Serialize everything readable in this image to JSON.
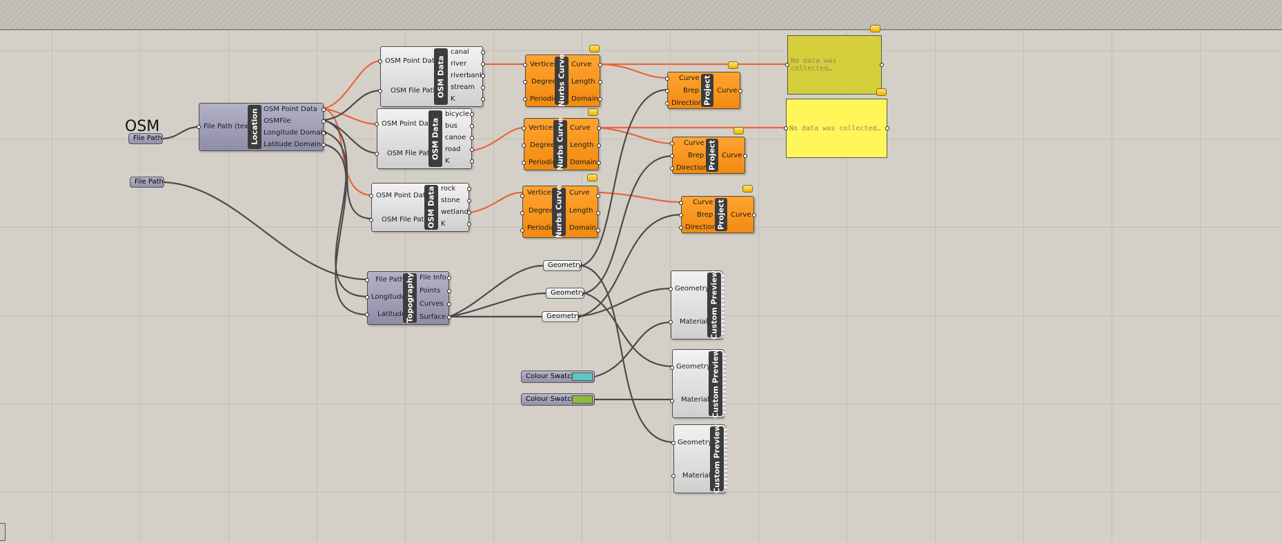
{
  "canvas": {
    "title_label": "OSM",
    "file_path_params": [
      {
        "label": "File Path"
      },
      {
        "label": "File Path"
      }
    ],
    "components": {
      "location": {
        "nickname": "Location",
        "inputs": [
          "File Path (text)"
        ],
        "outputs": [
          "OSM Point Data",
          "OSMFile",
          "Longitude Domain",
          "Latitude Domain"
        ]
      },
      "osm_data_1": {
        "nickname": "OSM Data",
        "inputs": [
          "OSM Point Data",
          "OSM File Path"
        ],
        "outputs": [
          "canal",
          "river",
          "riverbank",
          "stream",
          "K"
        ]
      },
      "osm_data_2": {
        "nickname": "OSM Data",
        "inputs": [
          "OSM Point Data",
          "OSM File Path"
        ],
        "outputs": [
          "bicycle",
          "bus",
          "canoe",
          "road",
          "K"
        ]
      },
      "osm_data_3": {
        "nickname": "OSM Data",
        "inputs": [
          "OSM Point Data",
          "OSM File Path"
        ],
        "outputs": [
          "rock",
          "stone",
          "wetland",
          "K"
        ]
      },
      "nurbs_1": {
        "nickname": "Nurbs Curve",
        "inputs": [
          "Vertices",
          "Degree",
          "Periodic"
        ],
        "outputs": [
          "Curve",
          "Length",
          "Domain"
        ]
      },
      "nurbs_2": {
        "nickname": "Nurbs Curve",
        "inputs": [
          "Vertices",
          "Degree",
          "Periodic"
        ],
        "outputs": [
          "Curve",
          "Length",
          "Domain"
        ]
      },
      "nurbs_3": {
        "nickname": "Nurbs Curve",
        "inputs": [
          "Vertices",
          "Degree",
          "Periodic"
        ],
        "outputs": [
          "Curve",
          "Length",
          "Domain"
        ]
      },
      "project_1": {
        "nickname": "Project",
        "inputs": [
          "Curve",
          "Brep",
          "Direction"
        ],
        "outputs": [
          "Curve"
        ]
      },
      "project_2": {
        "nickname": "Project",
        "inputs": [
          "Curve",
          "Brep",
          "Direction"
        ],
        "outputs": [
          "Curve"
        ]
      },
      "project_3": {
        "nickname": "Project",
        "inputs": [
          "Curve",
          "Brep",
          "Direction"
        ],
        "outputs": [
          "Curve"
        ]
      },
      "topography": {
        "nickname": "Topography",
        "inputs": [
          "File Path",
          "Longitude",
          "Latitude"
        ],
        "outputs": [
          "File Info",
          "Points",
          "Curves",
          "Surface"
        ]
      },
      "geometry_params": [
        "Geometry",
        "Geometry",
        "Geometry"
      ],
      "colour_swatches": [
        {
          "label": "Colour Swatch",
          "color": "#5ec8c0"
        },
        {
          "label": "Colour Swatch",
          "color": "#8fba3a"
        }
      ],
      "custom_preview_1": {
        "nickname": "Custom Preview",
        "inputs": [
          "Geometry",
          "Material"
        ]
      },
      "custom_preview_2": {
        "nickname": "Custom Preview",
        "inputs": [
          "Geometry",
          "Material"
        ]
      },
      "custom_preview_3": {
        "nickname": "Custom Preview",
        "inputs": [
          "Geometry",
          "Material"
        ]
      },
      "panels": [
        {
          "text": "No data was collected…",
          "color": "#d4cf3a"
        },
        {
          "text": "No data was collected…",
          "color": "#fff65a"
        }
      ]
    },
    "colors": {
      "wire_default": "#4a4a4a",
      "wire_selected": "#e8643a",
      "background": "#d4d0c8"
    }
  }
}
